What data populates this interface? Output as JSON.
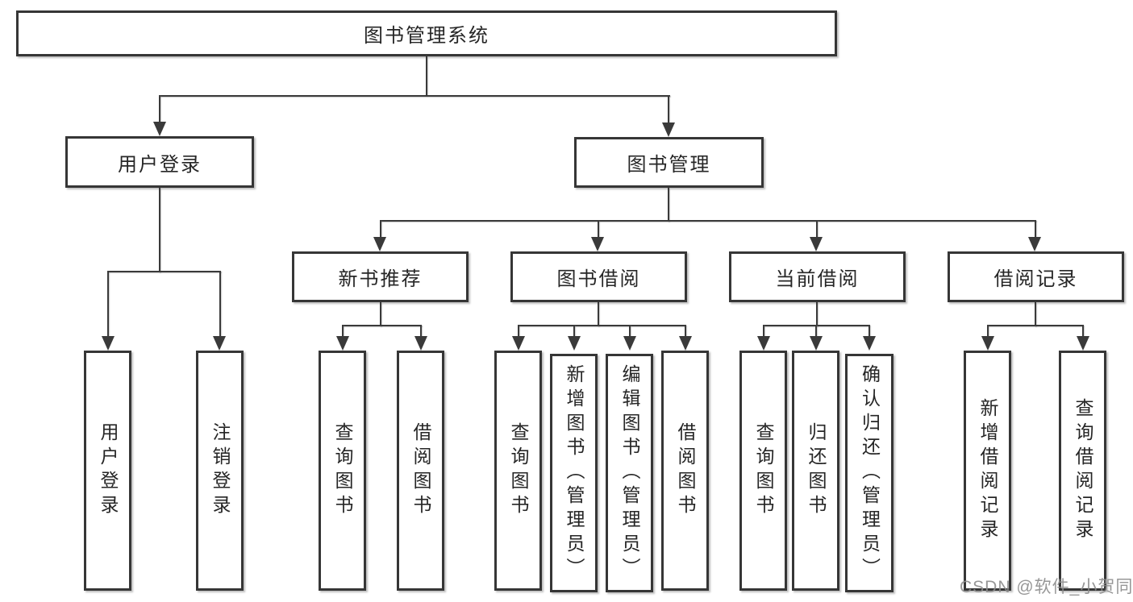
{
  "diagram": {
    "title": "图书管理系统",
    "branches": [
      {
        "label": "用户登录",
        "children": [
          "用户登录",
          "注销登录"
        ]
      },
      {
        "label": "图书管理",
        "modules": [
          {
            "label": "新书推荐",
            "children": [
              "查询图书",
              "借阅图书"
            ]
          },
          {
            "label": "图书借阅",
            "children": [
              "查询图书",
              "新增图书（管理员）",
              "编辑图书（管理员）",
              "借阅图书"
            ]
          },
          {
            "label": "当前借阅",
            "children": [
              "查询图书",
              "归还图书",
              "确认归还（管理员）"
            ]
          },
          {
            "label": "借阅记录",
            "children": [
              "新增借阅记录",
              "查询借阅记录"
            ]
          }
        ]
      }
    ]
  },
  "colors": {
    "line": "#3a3a3a",
    "box_border": "#363636",
    "box_background": "#ffffff",
    "text": "#262626",
    "watermark": "#8c8c8c"
  },
  "watermark": {
    "text": "CSDN @软件_小贺同学"
  }
}
